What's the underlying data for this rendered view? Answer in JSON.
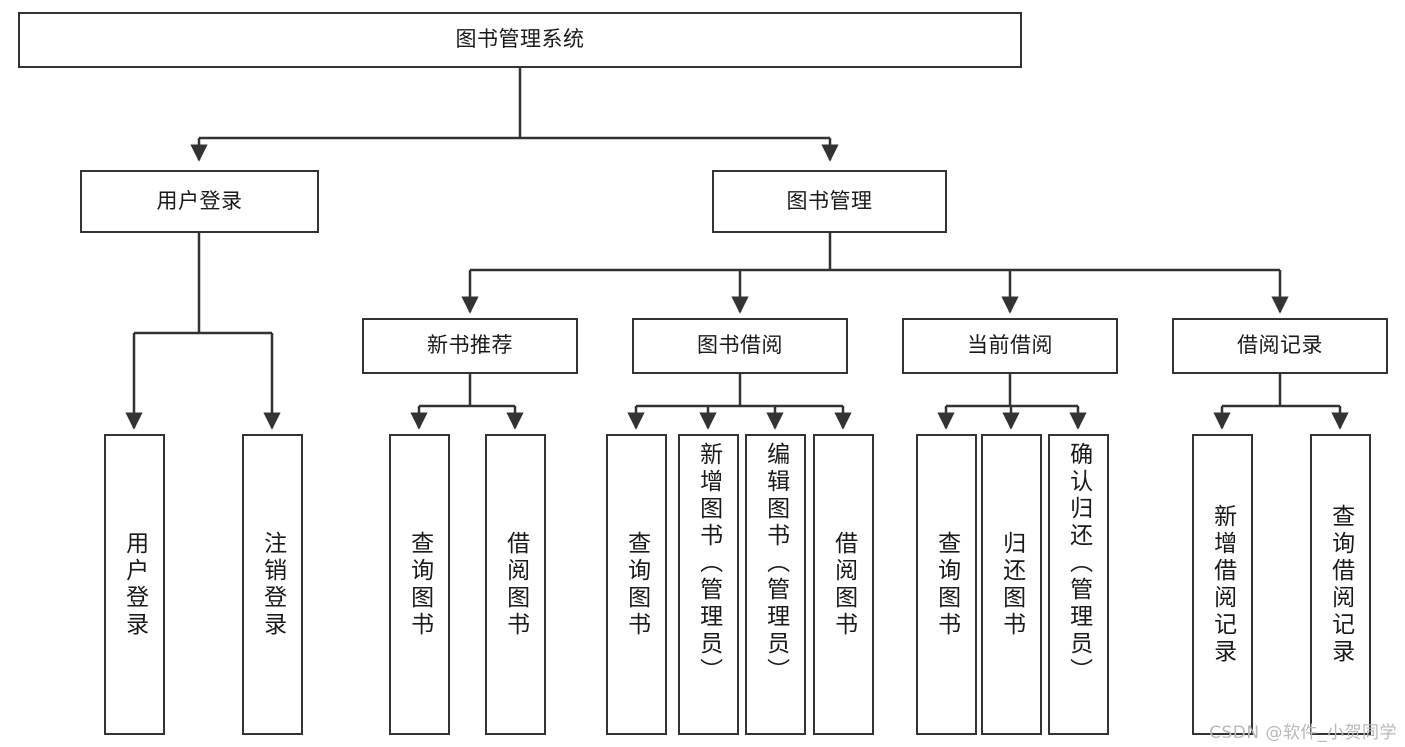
{
  "diagram": {
    "title": "图书管理系统",
    "type": "tree",
    "orientation": "top-down",
    "colors": {
      "box_stroke": "#333333",
      "box_fill": "#ffffff",
      "edge_stroke": "#333333",
      "text": "#1a1a1a",
      "watermark": "#b9b9b9",
      "background": "#ffffff"
    }
  },
  "watermark": "CSDN @软件_小贺同学",
  "nodes": {
    "root": {
      "label": "图书管理系统",
      "level": 0
    },
    "level1": [
      {
        "id": "user-login",
        "label": "用户登录"
      },
      {
        "id": "book-manage",
        "label": "图书管理"
      }
    ],
    "level2": [
      {
        "id": "new-book-recommend",
        "label": "新书推荐",
        "parent": "book-manage"
      },
      {
        "id": "book-borrow",
        "label": "图书借阅",
        "parent": "book-manage"
      },
      {
        "id": "current-borrow",
        "label": "当前借阅",
        "parent": "book-manage"
      },
      {
        "id": "borrow-record",
        "label": "借阅记录",
        "parent": "book-manage"
      }
    ],
    "leaves": {
      "user-login": [
        {
          "id": "leaf-user-login",
          "label": "用户登录"
        },
        {
          "id": "leaf-logout-login",
          "label": "注销登录"
        }
      ],
      "new-book-recommend": [
        {
          "id": "leaf-query-book-1",
          "label": "查询图书"
        },
        {
          "id": "leaf-borrow-book-1",
          "label": "借阅图书"
        }
      ],
      "book-borrow": [
        {
          "id": "leaf-query-book-2",
          "label": "查询图书"
        },
        {
          "id": "leaf-add-book",
          "label": "新增图书（管理员）"
        },
        {
          "id": "leaf-edit-book",
          "label": "编辑图书（管理员）"
        },
        {
          "id": "leaf-borrow-book-2",
          "label": "借阅图书"
        }
      ],
      "current-borrow": [
        {
          "id": "leaf-query-book-3",
          "label": "查询图书"
        },
        {
          "id": "leaf-return-book",
          "label": "归还图书"
        },
        {
          "id": "leaf-confirm-return",
          "label": "确认归还（管理员）"
        }
      ],
      "borrow-record": [
        {
          "id": "leaf-add-record",
          "label": "新增借阅记录"
        },
        {
          "id": "leaf-query-record",
          "label": "查询借阅记录"
        }
      ]
    }
  }
}
